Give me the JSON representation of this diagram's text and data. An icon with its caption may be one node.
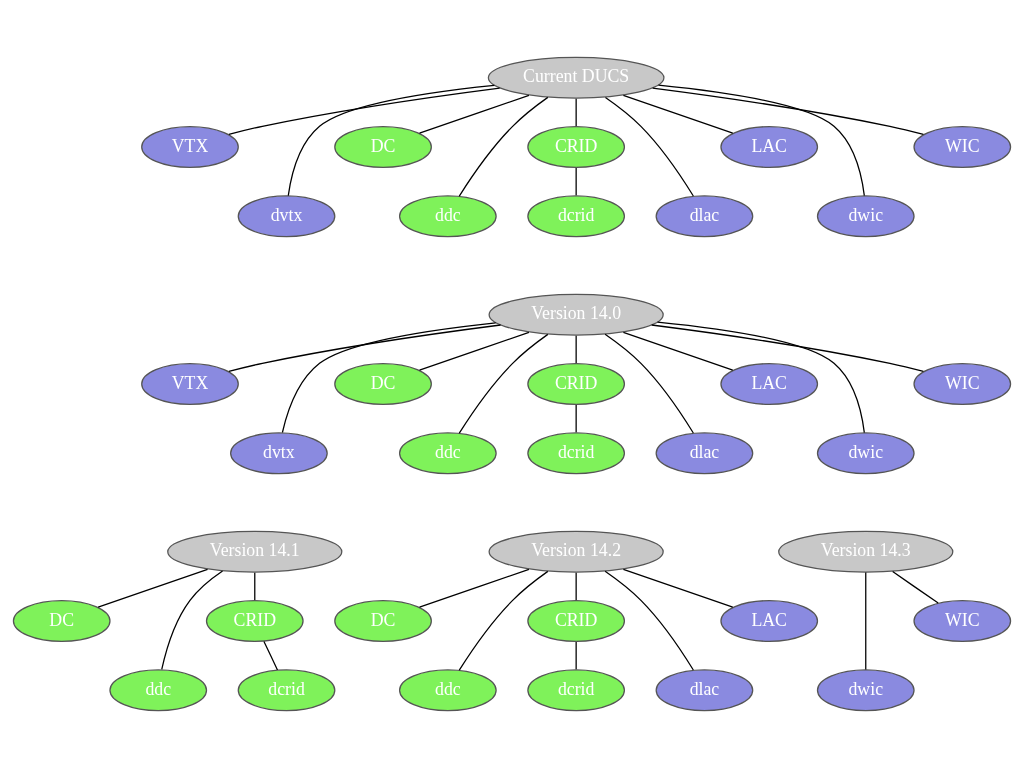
{
  "diagram": {
    "nodes": [
      {
        "text": [
          "Current DUCS"
        ]
      },
      {
        "text": [
          "VTX"
        ]
      },
      {
        "text": [
          "DC"
        ]
      },
      {
        "text": [
          "CRID"
        ]
      },
      {
        "text": [
          "LAC"
        ]
      },
      {
        "text": [
          "WIC"
        ]
      },
      {
        "text": [
          "dvtx"
        ]
      },
      {
        "text": [
          "ddc"
        ]
      },
      {
        "text": [
          "dcrid"
        ]
      },
      {
        "text": [
          "dlac"
        ]
      },
      {
        "text": [
          "dwic"
        ]
      },
      {
        "text": [
          "Version 14.0"
        ]
      },
      {
        "text": [
          "VTX"
        ]
      },
      {
        "text": [
          "DC"
        ]
      },
      {
        "text": [
          "CRID"
        ]
      },
      {
        "text": [
          "LAC"
        ]
      },
      {
        "text": [
          "WIC"
        ]
      },
      {
        "text": [
          "dvtx"
        ]
      },
      {
        "text": [
          "ddc"
        ]
      },
      {
        "text": [
          "dcrid"
        ]
      },
      {
        "text": [
          "dlac"
        ]
      },
      {
        "text": [
          "dwic"
        ]
      },
      {
        "text": [
          "Version 14.1"
        ]
      },
      {
        "text": [
          "Version 14.2"
        ]
      },
      {
        "text": [
          "Version 14.3"
        ]
      },
      {
        "text": [
          "DC"
        ]
      },
      {
        "text": [
          "CRID"
        ]
      },
      {
        "text": [
          "DC"
        ]
      },
      {
        "text": [
          "CRID"
        ]
      },
      {
        "text": [
          "LAC"
        ]
      },
      {
        "text": [
          "WIC"
        ]
      },
      {
        "text": [
          "ddc"
        ]
      },
      {
        "text": [
          "dcrid"
        ]
      },
      {
        "text": [
          "ddc"
        ]
      },
      {
        "text": [
          "dcrid"
        ]
      },
      {
        "text": [
          "dlac"
        ]
      },
      {
        "text": [
          "dwic"
        ]
      }
    ],
    "edges": [
      {
        "from": 0,
        "to": 1,
        "arrow": "none"
      },
      {
        "from": 0,
        "to": 6,
        "arrow": "none"
      },
      {
        "from": 0,
        "to": 2,
        "arrow": "none"
      },
      {
        "from": 0,
        "to": 7,
        "arrow": "none"
      },
      {
        "from": 0,
        "to": 3,
        "arrow": "none"
      },
      {
        "from": 3,
        "to": 8,
        "arrow": "none"
      },
      {
        "from": 0,
        "to": 9,
        "arrow": "none"
      },
      {
        "from": 0,
        "to": 4,
        "arrow": "none"
      },
      {
        "from": 0,
        "to": 10,
        "arrow": "none"
      },
      {
        "from": 0,
        "to": 5,
        "arrow": "none"
      },
      {
        "from": 11,
        "to": 12,
        "arrow": "none"
      },
      {
        "from": 11,
        "to": 17,
        "arrow": "none"
      },
      {
        "from": 11,
        "to": 13,
        "arrow": "none"
      },
      {
        "from": 11,
        "to": 18,
        "arrow": "none"
      },
      {
        "from": 11,
        "to": 14,
        "arrow": "none"
      },
      {
        "from": 14,
        "to": 19,
        "arrow": "none"
      },
      {
        "from": 11,
        "to": 20,
        "arrow": "none"
      },
      {
        "from": 11,
        "to": 15,
        "arrow": "none"
      },
      {
        "from": 11,
        "to": 21,
        "arrow": "none"
      },
      {
        "from": 11,
        "to": 16,
        "arrow": "none"
      },
      {
        "from": 22,
        "to": 25,
        "arrow": "none"
      },
      {
        "from": 22,
        "to": 31,
        "arrow": "none"
      },
      {
        "from": 22,
        "to": 26,
        "arrow": "none"
      },
      {
        "from": 26,
        "to": 32,
        "arrow": "none"
      },
      {
        "from": 23,
        "to": 27,
        "arrow": "none"
      },
      {
        "from": 23,
        "to": 33,
        "arrow": "none"
      },
      {
        "from": 23,
        "to": 28,
        "arrow": "none"
      },
      {
        "from": 28,
        "to": 34,
        "arrow": "none"
      },
      {
        "from": 23,
        "to": 35,
        "arrow": "none"
      },
      {
        "from": 23,
        "to": 29,
        "arrow": "none"
      },
      {
        "from": 24,
        "to": 36,
        "arrow": "none"
      },
      {
        "from": 24,
        "to": 30,
        "arrow": "none"
      }
    ]
  }
}
